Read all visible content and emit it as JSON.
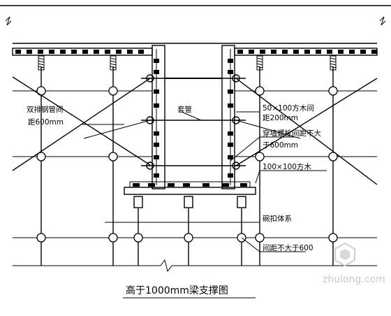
{
  "title": "高于1000mm梁支撑图",
  "labels": {
    "double_tube_1": "双排钢管间",
    "double_tube_2": "距600mm",
    "sleeve": "套管",
    "timber_50_1": "50×100方木间",
    "timber_50_2": "距200mm",
    "bolt_1": "穿墙螺栓间距不大",
    "bolt_2": "于600mm",
    "timber_100": "100×100方木",
    "coupler_system": "碗扣体系",
    "spacing": "间距不大于600"
  },
  "watermark": "zhulong.com"
}
